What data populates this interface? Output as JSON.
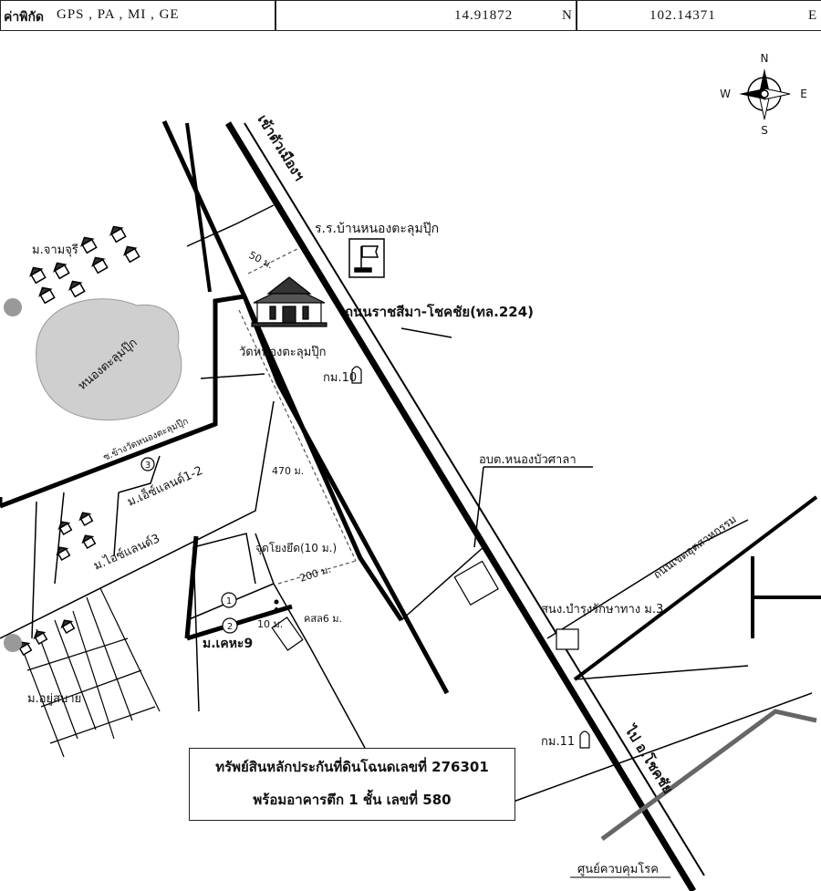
{
  "header": {
    "label": "ค่าพิกัด",
    "systems": "GPS ,  PA ,  MI ,  GE",
    "latitude": "14.91872",
    "lat_dir": "N",
    "longitude": "102.14371",
    "lon_dir": "E"
  },
  "compass": {
    "n": "N",
    "s": "S",
    "e": "E",
    "w": "W"
  },
  "labels": {
    "to_city": "เข้าตัวเมืองฯ",
    "school": "ร.ร.บ้านหนองตะลุมปุ๊ก",
    "dist_50": "50 ม.",
    "road_main": "ถนนราชสีมา-โชคชัย(ทล.224)",
    "temple": "วัดหนองตะลุมปุ๊ก",
    "km10": "กม.10",
    "village_jamjuree": "ม.จามจุรี",
    "pond": "หนองตะลุมปุ๊ก",
    "soi_temple": "ซ.ข้างวัดหนองตะลุมปุ๊ก",
    "num3": "3",
    "village_land12": "ม.เอ็ซ์แลนด์1-2",
    "village_land3": "ม.ไอซ์แลนด์3",
    "dist_470": "470 ม.",
    "tao": "อบต.หนองบัวศาลา",
    "road_industry": "ถนนเขตอุตสาหกรรม",
    "landmark": "จุดโยงยึด(10 ม.)",
    "dist_200": "200 ม.",
    "num1": "1",
    "num2": "2",
    "village_kehah": "ม.เคหะ9",
    "dist_10": "10 ม.",
    "soi6": "คสล6 ม.",
    "highway_office": "สนง.บำรุงรักษาทาง ม.3",
    "village_yoo": "ม.อยู่สบาย",
    "km11": "กม.11",
    "to_chokchai": "ไป อ.โชคชัย",
    "road_control": "ศูนย์ควบคุมโรค"
  },
  "asset": {
    "line1": "ทรัพย์สินหลักประกันที่ดินโฉนดเลขที่ 276301",
    "line2": "พร้อมอาคารตึก 1 ชั้น เลขที่ 580"
  }
}
